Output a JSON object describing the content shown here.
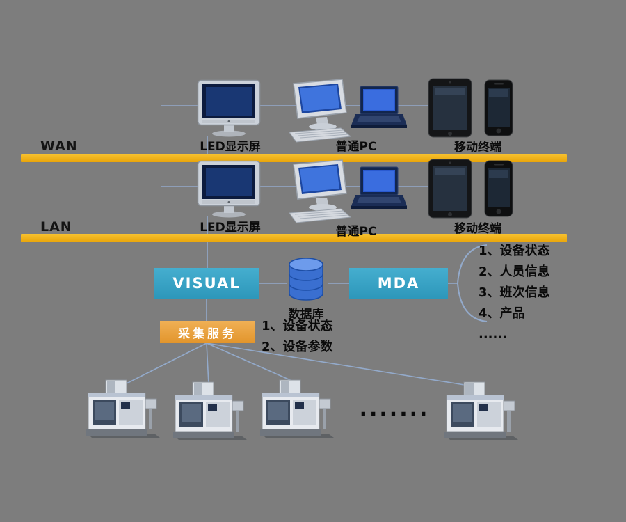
{
  "wan_row": {
    "label": "WAN",
    "led_label": "LED显示屏",
    "pc_label": "普通PC",
    "mobile_label": "移动终端"
  },
  "lan_row": {
    "label": "LAN",
    "led_label": "LED显示屏",
    "pc_label": "普通PC",
    "mobile_label": "移动终端"
  },
  "middle": {
    "visual_label": "VISUAL",
    "database_label": "数据库",
    "mda_label": "MDA",
    "mda_items": [
      "1、设备状态",
      "2、人员信息",
      "3、班次信息",
      "4、产品",
      "......"
    ],
    "collect_label": "采集服务",
    "collect_items": [
      "1、设备状态",
      "2、设备参数"
    ]
  },
  "bottom": {
    "dots": "·······"
  },
  "colors": {
    "background": "#7d7d7d",
    "bus_yellow": "#efae10",
    "box_teal": "#36a0c4",
    "box_orange": "#e8a23b",
    "database_blue": "#3a6fd0",
    "connector_line": "#93aacb"
  }
}
